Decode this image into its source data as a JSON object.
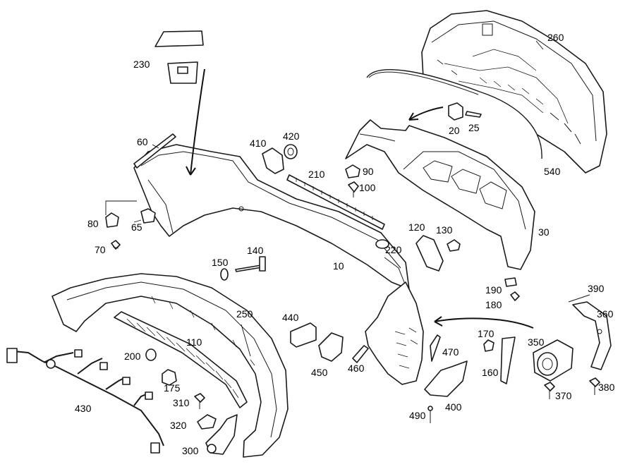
{
  "labels": [
    {
      "text": "10"
    },
    {
      "text": "20"
    },
    {
      "text": "25"
    },
    {
      "text": "30"
    },
    {
      "text": "60"
    },
    {
      "text": "65"
    },
    {
      "text": "70"
    },
    {
      "text": "80"
    },
    {
      "text": "90"
    },
    {
      "text": "100"
    },
    {
      "text": "110"
    },
    {
      "text": "120"
    },
    {
      "text": "130"
    },
    {
      "text": "140"
    },
    {
      "text": "150"
    },
    {
      "text": "160"
    },
    {
      "text": "170"
    },
    {
      "text": "175"
    },
    {
      "text": "180"
    },
    {
      "text": "190"
    },
    {
      "text": "200"
    },
    {
      "text": "210"
    },
    {
      "text": "220"
    },
    {
      "text": "230"
    },
    {
      "text": "250"
    },
    {
      "text": "260"
    },
    {
      "text": "300"
    },
    {
      "text": "310"
    },
    {
      "text": "320"
    },
    {
      "text": "350"
    },
    {
      "text": "360"
    },
    {
      "text": "370"
    },
    {
      "text": "380"
    },
    {
      "text": "390"
    },
    {
      "text": "400"
    },
    {
      "text": "410"
    },
    {
      "text": "420"
    },
    {
      "text": "430"
    },
    {
      "text": "440"
    },
    {
      "text": "450"
    },
    {
      "text": "460"
    },
    {
      "text": "470"
    },
    {
      "text": "490"
    },
    {
      "text": "540"
    }
  ]
}
